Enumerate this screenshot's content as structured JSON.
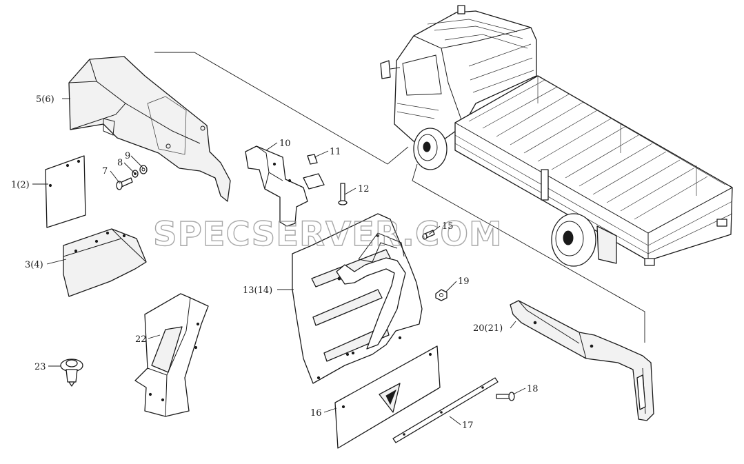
{
  "watermark": "SPECSERVER.COM",
  "callouts": {
    "c1": "1(2)",
    "c3": "3(4)",
    "c5": "5(6)",
    "c7": "7",
    "c8": "8",
    "c9": "9",
    "c10": "10",
    "c11": "11",
    "c12": "12",
    "c13": "13(14)",
    "c15": "15",
    "c16": "16",
    "c17": "17",
    "c18": "18",
    "c19": "19",
    "c20": "20(21)",
    "c22": "22",
    "c23": "23"
  }
}
